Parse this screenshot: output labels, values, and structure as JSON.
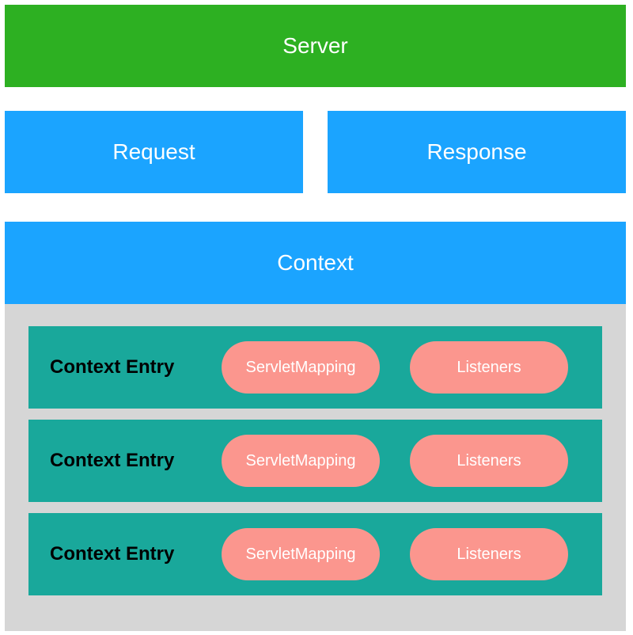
{
  "colors": {
    "server": "#2db022",
    "blue_block": "#1ba4ff",
    "context_body": "#d6d6d6",
    "entry": "#19a89b",
    "pill": "#fb968e"
  },
  "server": {
    "label": "Server"
  },
  "request": {
    "label": "Request"
  },
  "response": {
    "label": "Response"
  },
  "context": {
    "label": "Context",
    "entries": [
      {
        "label": "Context Entry",
        "servlet_mapping": "ServletMapping",
        "listeners": "Listeners"
      },
      {
        "label": "Context Entry",
        "servlet_mapping": "ServletMapping",
        "listeners": "Listeners"
      },
      {
        "label": "Context Entry",
        "servlet_mapping": "ServletMapping",
        "listeners": "Listeners"
      }
    ]
  }
}
